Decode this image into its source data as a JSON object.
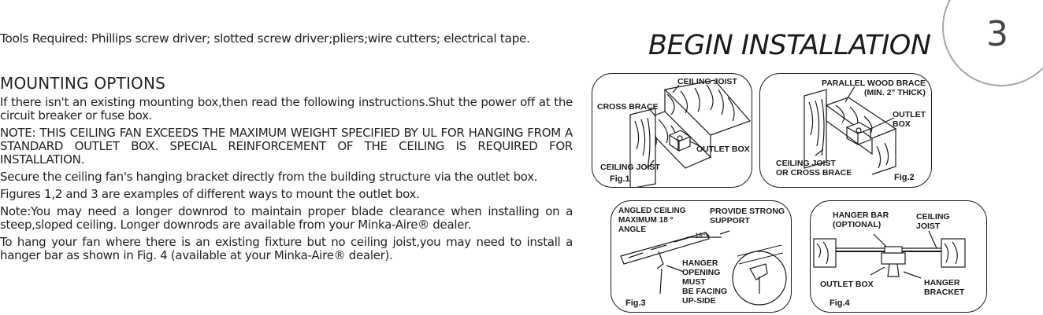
{
  "header": {
    "tools_required": "Tools Required: Phillips screw driver; slotted screw driver;pliers;wire cutters; electrical tape.",
    "section_heading": "BEGIN INSTALLATION",
    "page_number": "3"
  },
  "mounting": {
    "title": "MOUNTING OPTIONS",
    "paragraphs": [
      "If there isn't an existing mounting box,then read the following instructions.Shut the power off at the circuit breaker or fuse box.",
      "NOTE: THIS CEILING FAN EXCEEDS THE MAXIMUM WEIGHT SPECIFIED BY UL FOR HANGING FROM A STANDARD OUTLET BOX. SPECIAL REINFORCEMENT OF THE CEILING IS REQUIRED  FOR INSTALLATION.",
      "Secure the ceiling fan's hanging bracket directly from the building structure via the outlet box.",
      "Figures 1,2 and 3 are examples of different ways to mount the outlet box.",
      "Note:You may need a longer downrod to maintain proper blade clearance when installing on a steep,sloped ceiling. Longer downrods are available from your Minka-Aire® dealer.",
      "To hang your fan where there is an existing fixture but no ceiling joist,you may need to install a hanger bar as shown in Fig. 4 (available at your Minka-Aire® dealer)."
    ]
  },
  "figures": {
    "fig1": {
      "label": "Fig.1",
      "ceiling_joist_top": "CEILING JOIST",
      "cross_brace": "CROSS BRACE",
      "outlet_box": "OUTLET BOX",
      "ceiling_joist_bottom": "CEILING JOIST"
    },
    "fig2": {
      "label": "Fig.2",
      "parallel_brace": "PARALLEL WOOD BRACE",
      "min_thick": "(MIN. 2\" THICK)",
      "outlet_box": "OUTLET\nBOX",
      "ceiling_joist": "CEILING JOIST\nOR CROSS BRACE"
    },
    "fig3": {
      "label": "Fig.3",
      "angled_ceiling": "ANGLED CEILING\nMAXIMUM 18 °\nANGLE",
      "provide_support": "PROVIDE STRONG\nSUPPORT",
      "angle_mark": "18°",
      "hanger_opening": "HANGER\nOPENING\nMUST\nBE FACING\nUP-SIDE"
    },
    "fig4": {
      "label": "Fig.4",
      "hanger_bar": "HANGER BAR\n(OPTIONAL)",
      "ceiling_joist": "CEILING\nJOIST",
      "outlet_box": "OUTLET BOX",
      "hanger_bracket": "HANGER\nBRACKET"
    }
  }
}
